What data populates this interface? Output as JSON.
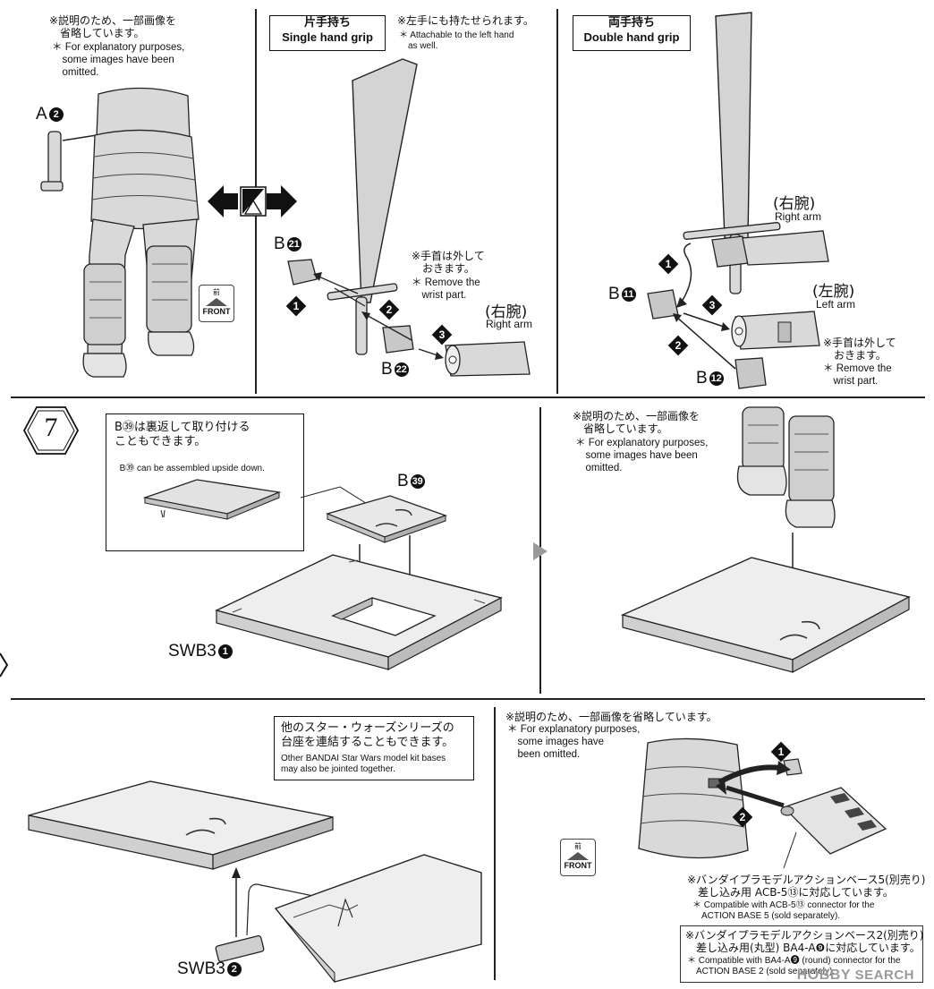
{
  "panel1": {
    "note_jp": "※説明のため、一部画像を\n　省略しています。",
    "note_en": "＊ For explanatory purposes,\n　some images have been\n　omitted.",
    "part_a": "A",
    "part_a_num": "2",
    "front_jp": "前",
    "front_en": "FRONT"
  },
  "panel2": {
    "title_jp": "片手持ち",
    "title_en": "Single hand grip",
    "note_jp": "※左手にも持たせられます。",
    "note_en": "＊ Attachable to the left hand\n　as well.",
    "remove_jp": "※手首は外して\n　おきます。",
    "remove_en": "＊ Remove the\n　wrist part.",
    "right_arm_jp": "(右腕)",
    "right_arm_en": "Right arm",
    "part_b21": "B",
    "part_b21_num": "21",
    "part_b22": "B",
    "part_b22_num": "22",
    "steps": [
      "1",
      "2",
      "3"
    ]
  },
  "panel3": {
    "title_jp": "両手持ち",
    "title_en": "Double hand grip",
    "right_arm_jp": "(右腕)",
    "right_arm_en": "Right arm",
    "left_arm_jp": "(左腕)",
    "left_arm_en": "Left arm",
    "remove_jp": "※手首は外して\n　おきます。",
    "remove_en": "＊ Remove the\n　wrist part.",
    "part_b11": "B",
    "part_b11_num": "11",
    "part_b12": "B",
    "part_b12_num": "12",
    "steps": [
      "1",
      "2",
      "3"
    ]
  },
  "panel4": {
    "step_number": "7",
    "box_jp": "B㊴は裏返して取り付ける\nこともできます。",
    "box_en_part": "B㊴",
    "box_en": " can be assembled upside down.",
    "part_b39": "B",
    "part_b39_num": "39",
    "part_swb": "SWB3",
    "part_swb_num": "1"
  },
  "panel5": {
    "note_jp": "※説明のため、一部画像を\n　省略しています。",
    "note_en": "＊ For explanatory purposes,\n　some images have been\n　omitted."
  },
  "panel6": {
    "box_jp": "他のスター・ウォーズシリーズの\n台座を連結することもできます。",
    "box_en": "Other BANDAI Star Wars model kit bases\nmay also be jointed together.",
    "part_swb": "SWB3",
    "part_swb_num": "2"
  },
  "panel7": {
    "note_jp": "※説明のため、一部画像を省略しています。",
    "note_en": "＊ For explanatory purposes,\n　some images have\n　been omitted.",
    "steps": [
      "1",
      "2"
    ],
    "front_jp": "前",
    "front_en": "FRONT",
    "acb_jp": "※バンダイプラモデルアクションベース5(別売り)\n　差し込み用 ACB-5⑬に対応しています。",
    "acb_en": "＊ Compatible with ACB-5⑬ connector for the\n　ACTION BASE 5 (sold separately).",
    "ba_jp": "※バンダイプラモデルアクションベース2(別売り)\n　差し込み用(丸型) BA4-A❾に対応しています。",
    "ba_en": "＊ Compatible with BA4-A❾ (round) connector for the\n　ACTION BASE 2 (sold separately)."
  },
  "watermark": {
    "big": "HOBBY",
    "rest": " SEARCH"
  },
  "colors": {
    "line": "#222222",
    "fill": "#d9d9d9",
    "shade": "#bdbdbd"
  }
}
